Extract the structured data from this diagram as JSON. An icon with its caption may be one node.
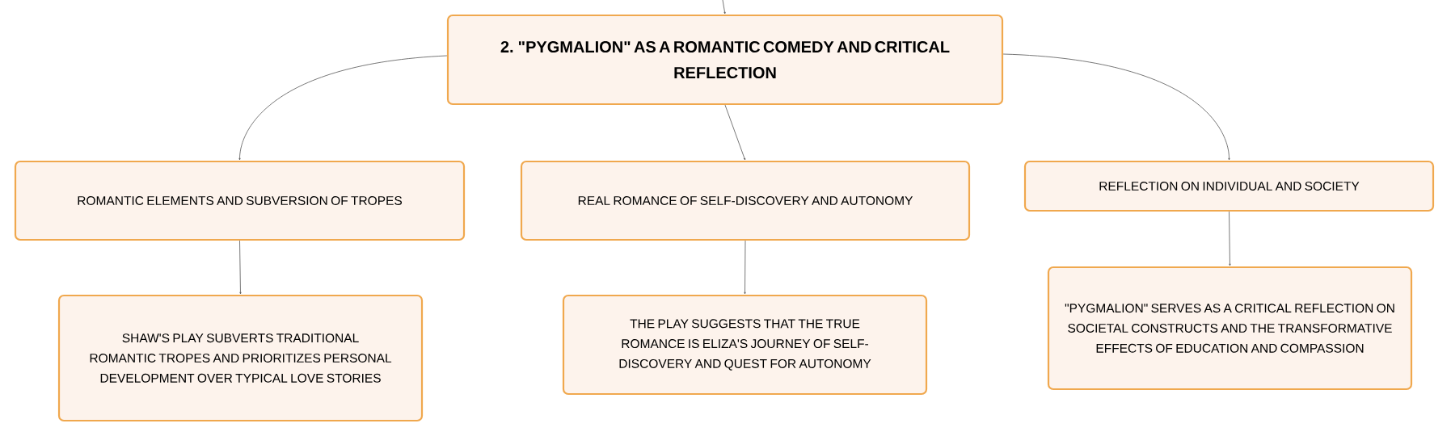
{
  "diagram": {
    "nodes": [
      {
        "text": [
          "2. \"PYGMALION\" AS A ROMANTIC COMEDY AND CRITICAL REFLECTION"
        ]
      },
      {
        "text": [
          "ROMANTIC ELEMENTS AND SUBVERSION OF TROPES"
        ]
      },
      {
        "text": [
          "REAL ROMANCE OF SELF-DISCOVERY AND AUTONOMY"
        ]
      },
      {
        "text": [
          "REFLECTION ON INDIVIDUAL AND SOCIETY"
        ]
      },
      {
        "text": [
          "SHAW'S PLAY SUBVERTS TRADITIONAL ROMANTIC TROPES AND PRIORITIZES PERSONAL DEVELOPMENT OVER TYPICAL LOVE STORIES"
        ]
      },
      {
        "text": [
          "THE PLAY SUGGESTS THAT THE TRUE ROMANCE IS ELIZA'S JOURNEY OF SELF-DISCOVERY AND QUEST FOR AUTONOMY"
        ]
      },
      {
        "text": [
          "\"PYGMALION\" SERVES AS A CRITICAL REFLECTION ON SOCIETAL CONSTRUCTS AND THE TRANSFORMATIVE EFFECTS OF EDUCATION AND COMPASSION"
        ]
      }
    ],
    "edges": [
      {
        "from": null,
        "to": 0,
        "arrow": "to"
      },
      {
        "from": 0,
        "to": 1,
        "arrow": "to"
      },
      {
        "from": 0,
        "to": 2,
        "arrow": "to"
      },
      {
        "from": 0,
        "to": 3,
        "arrow": "to"
      },
      {
        "from": 1,
        "to": 4,
        "arrow": "to"
      },
      {
        "from": 2,
        "to": 5,
        "arrow": "to"
      },
      {
        "from": 3,
        "to": 6,
        "arrow": "to"
      }
    ]
  }
}
